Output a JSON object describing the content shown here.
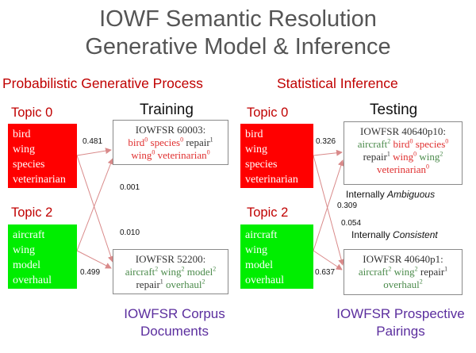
{
  "title": {
    "line1": "IOWF Semantic Resolution",
    "line2": "Generative Model & Inference"
  },
  "left": {
    "heading": "Probabilistic Generative Process",
    "subheading": "Training",
    "topic_a": {
      "label": "Topic  0",
      "words": [
        "bird",
        "wing",
        "species",
        "veterinarian"
      ]
    },
    "topic_b": {
      "label": "Topic  2",
      "words": [
        "aircraft",
        "wing",
        "model",
        "overhaul"
      ]
    },
    "doc1": {
      "title": "IOWFSR 60003:",
      "words": [
        {
          "w": "bird",
          "s": "0"
        },
        {
          "w": "species",
          "s": "0"
        },
        {
          "w": "repair",
          "s": "1"
        },
        {
          "w": "wing",
          "s": "0"
        },
        {
          "w": "veterinarian",
          "s": "0"
        }
      ]
    },
    "doc2": {
      "title": "IOWFSR 52200:",
      "words": [
        {
          "w": "aircraft",
          "s": "2"
        },
        {
          "w": "wing",
          "s": "2"
        },
        {
          "w": "model",
          "s": "2"
        },
        {
          "w": "repair",
          "s": "1"
        },
        {
          "w": "overhaul",
          "s": "2"
        }
      ]
    },
    "edges": {
      "a_to_doc1": "0.481",
      "a_to_doc2": "0.001",
      "b_to_doc1": "0.010",
      "b_to_doc2": "0.499"
    },
    "footer": {
      "line1": "IOWFSR Corpus",
      "line2": "Documents"
    }
  },
  "right": {
    "heading": "Statistical Inference",
    "subheading": "Testing",
    "topic_a": {
      "label": "Topic  0",
      "words": [
        "bird",
        "wing",
        "species",
        "veterinarian"
      ]
    },
    "topic_b": {
      "label": "Topic  2",
      "words": [
        "aircraft",
        "wing",
        "model",
        "overhaul"
      ]
    },
    "doc1": {
      "title": "IOWFSR 40640p10:",
      "words": [
        {
          "w": "aircraft",
          "s": "2"
        },
        {
          "w": "bird",
          "s": "0"
        },
        {
          "w": "species",
          "s": "0"
        },
        {
          "w": "repair",
          "s": "1"
        },
        {
          "w": "wing",
          "s": "0"
        },
        {
          "w": "wing",
          "s": "2"
        },
        {
          "w": "veterinarian",
          "s": "0"
        }
      ]
    },
    "doc2": {
      "title": "IOWFSR 40640p1:",
      "words": [
        {
          "w": "aircraft",
          "s": "2"
        },
        {
          "w": "wing",
          "s": "2"
        },
        {
          "w": "repair",
          "s": "1"
        },
        {
          "w": "overhaul",
          "s": "2"
        }
      ]
    },
    "notes": {
      "ambiguous_prefix": "Internally ",
      "ambiguous_em": "Ambiguous",
      "consistent_prefix": "Internally ",
      "consistent_em": "Consistent"
    },
    "edges": {
      "a_to_doc1": "0.326",
      "a_to_doc2": "0.054",
      "b_to_doc1": "0.309",
      "b_to_doc2": "0.637"
    },
    "footer": {
      "line1": "IOWFSR Prospective",
      "line2": "Pairings"
    }
  },
  "colors": {
    "topic0_fill": "#ff0000",
    "topic2_fill": "#00ee00",
    "heading_red": "#c00000",
    "footer_purple": "#5b2e9e",
    "arrow": "#d98a8a"
  }
}
